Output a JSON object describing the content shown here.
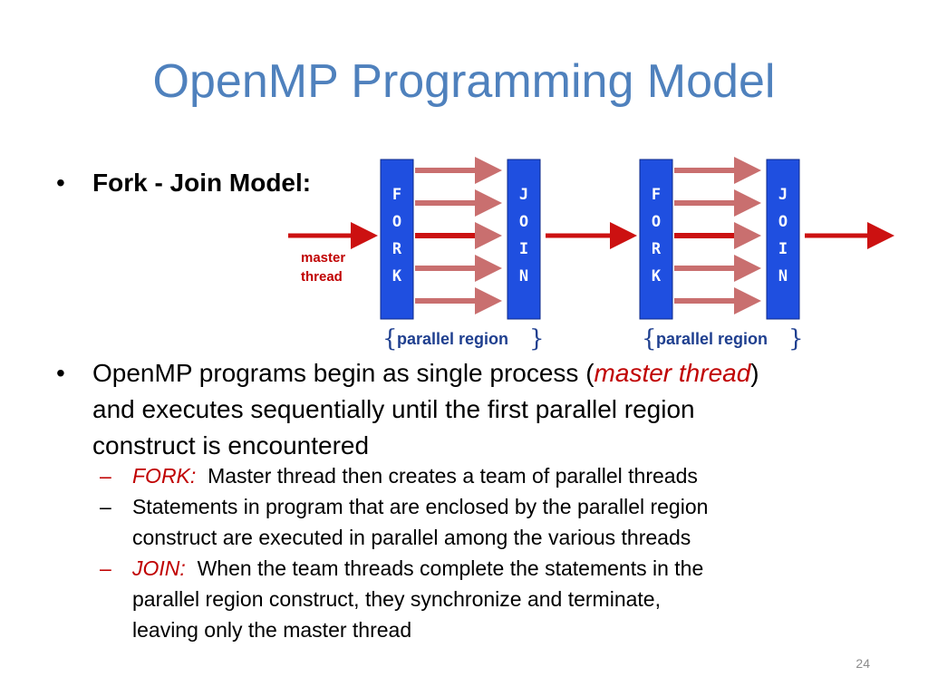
{
  "slide": {
    "title": "OpenMP Programming Model",
    "page_number": "24"
  },
  "bullets": [
    {
      "text": "Fork - Join Model:"
    },
    {
      "line1_pre": "OpenMP programs begin as single process (",
      "line1_italic": "master thread",
      "line1_post": ")",
      "line2": "and executes sequentially until the first parallel region",
      "line3": "construct is encountered"
    }
  ],
  "sub_bullets": [
    {
      "label": "FORK:",
      "line1": "Master thread then creates a team of parallel threads"
    },
    {
      "line1": "Statements in program that are enclosed by the parallel region",
      "line2": "construct are executed in parallel among the various threads"
    },
    {
      "label": "JOIN:",
      "line1": "When the team threads complete the statements in the",
      "line2": "parallel region construct, they synchronize and terminate,",
      "line3": "leaving only the master thread"
    }
  ],
  "diagram": {
    "master_label_1": "master",
    "master_label_2": "thread",
    "fork_letters": [
      "F",
      "O",
      "R",
      "K"
    ],
    "join_letters": [
      "J",
      "O",
      "I",
      "N"
    ],
    "region_label": "parallel region",
    "colors": {
      "box": "#1f4fe0",
      "arrow": "#cc1111",
      "thread_arrow": "#c96f6f",
      "accent": "#c00000"
    }
  }
}
